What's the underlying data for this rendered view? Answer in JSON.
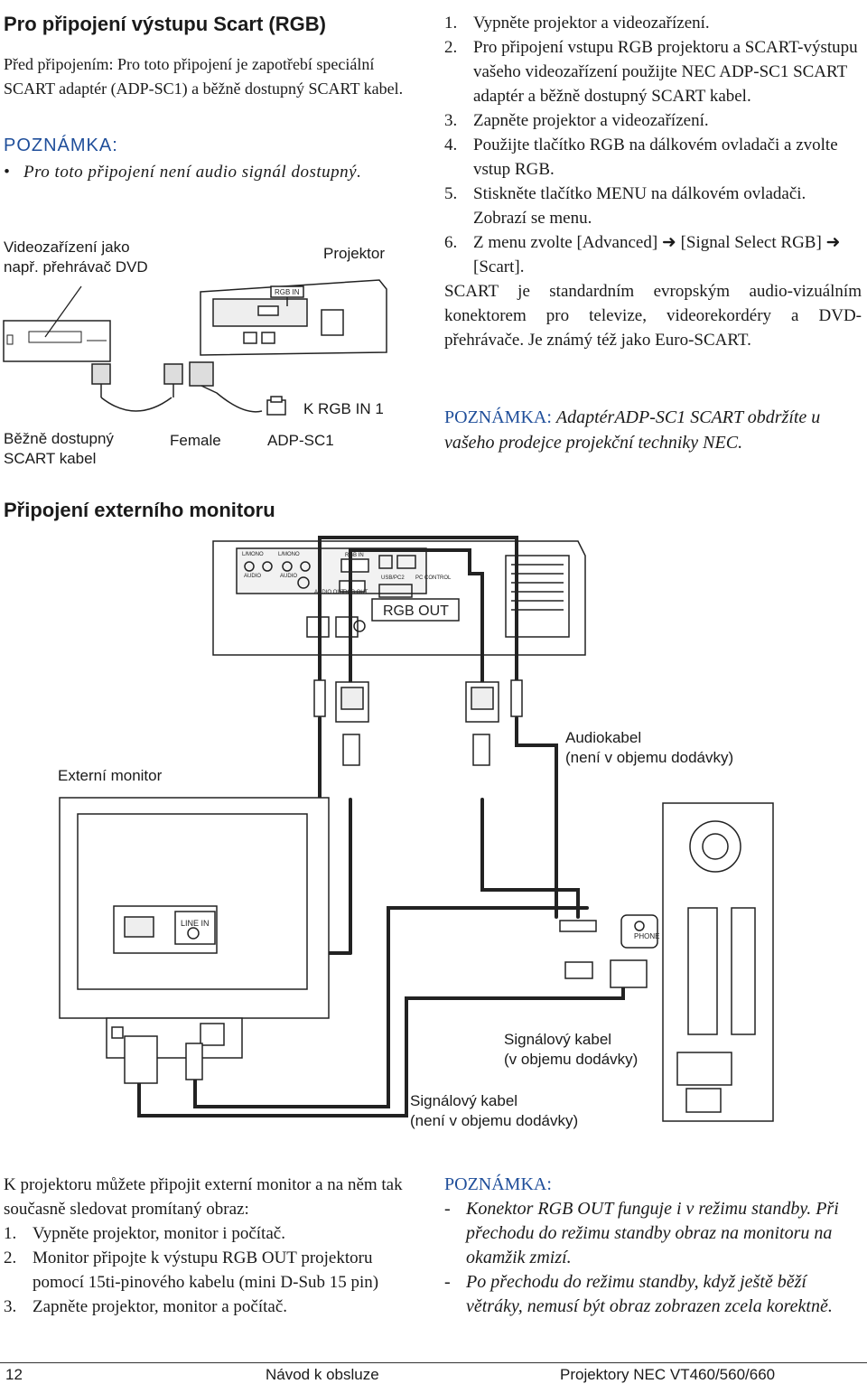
{
  "scart": {
    "title": "Pro připojení výstupu Scart (RGB)",
    "before_connect": "Před připojením: Pro toto připojení je zapotřebí speciální SCART adaptér (ADP-SC1) a běžně dostupný SCART kabel.",
    "note_heading": "POZNÁMKA:",
    "note_bullet": "Pro toto připojení není audio signál dostupný.",
    "diagram": {
      "device_label_line1": "Videozařízení jako",
      "device_label_line2": "např. přehrávač DVD",
      "projector_label": "Projektor",
      "rgb_in_label": "RGB IN",
      "to_rgb_in": "K RGB IN 1",
      "cable_label_line1": "Běžně dostupný",
      "cable_label_line2": "SCART kabel",
      "female_label": "Female",
      "adapter_label": "ADP-SC1"
    },
    "steps": [
      {
        "n": "1.",
        "text": "Vypněte projektor a videozařízení."
      },
      {
        "n": "2.",
        "text": "Pro připojení vstupu RGB projektoru a SCART-výstupu vašeho videozařízení použijte NEC ADP-SC1 SCART adaptér a běžně dostupný SCART kabel."
      },
      {
        "n": "3.",
        "text": "Zapněte projektor a videozařízení."
      },
      {
        "n": "4.",
        "text": "Použijte tlačítko RGB na dálkovém ovladači a zvolte vstup RGB."
      },
      {
        "n": "5.",
        "text": "Stiskněte tlačítko MENU na dálkovém ovladači. Zobrazí se menu."
      },
      {
        "n": "6.",
        "text": "Z menu zvolte [Advanced] ➜ [Signal Select RGB] ➜ [Scart]."
      }
    ],
    "scart_info": "SCART je standardním evropským audio-vizuálním konektorem pro televize, videorekordéry a DVD-přehrávače. Je známý též jako Euro-SCART.",
    "note2_heading": "POZNÁMKA:",
    "note2_text": "AdaptérADP-SC1 SCART obdržíte u vašeho prodejce projekční techniky NEC."
  },
  "monitor": {
    "title": "Připojení externího monitoru",
    "diagram": {
      "rgb_out": "RGB OUT",
      "external_monitor": "Externí monitor",
      "audio_cable_line1": "Audiokabel",
      "audio_cable_line2": "(není v objemu dodávky)",
      "signal_cable_incl_line1": "Signálový kabel",
      "signal_cable_incl_line2": "(v objemu dodávky)",
      "signal_cable_excl_line1": "Signálový kabel",
      "signal_cable_excl_line2": "(není v objemu dodávky)",
      "line_in": "LINE IN",
      "phone": "PHONE",
      "port_labels": [
        "L/MONO",
        "L/MONO",
        "AUDIO",
        "AUDIO",
        "RGB IN",
        "AUDIO OUT",
        "RGB OUT",
        "USB/PC2",
        "PC CONTROL"
      ]
    },
    "intro": "K projektoru můžete připojit externí monitor a na něm tak současně sledovat promítaný obraz:",
    "steps": [
      {
        "n": "1.",
        "text": "Vypněte projektor, monitor i počítač."
      },
      {
        "n": "2.",
        "text": "Monitor připojte k výstupu RGB OUT projektoru pomocí 15ti-pinového kabelu (mini D-Sub 15 pin)"
      },
      {
        "n": "3.",
        "text": "Zapněte projektor, monitor a počítač."
      }
    ],
    "note_heading": "POZNÁMKA:",
    "notes": [
      "Konektor RGB OUT funguje i v režimu standby. Při přechodu do režimu standby obraz na monitoru na okamžik zmizí.",
      "Po přechodu do režimu standby, když ještě běží větráky, nemusí být obraz zobrazen zcela korektně."
    ]
  },
  "footer": {
    "page": "12",
    "center": "Návod k obsluze",
    "right": "Projektory NEC VT460/560/660"
  }
}
